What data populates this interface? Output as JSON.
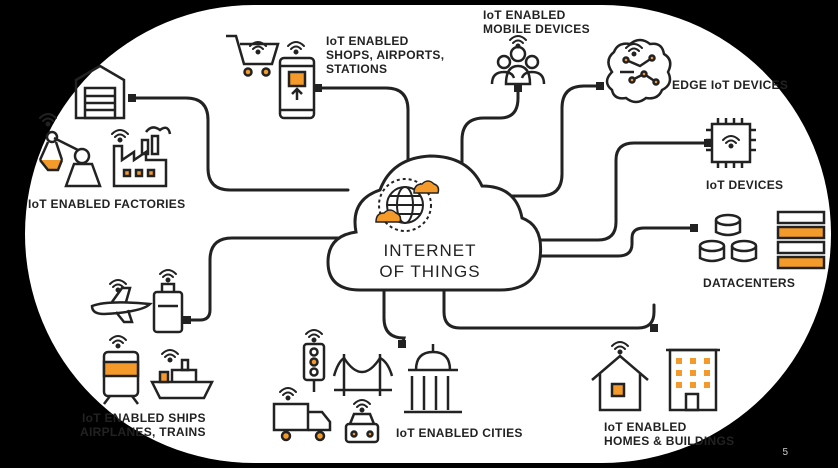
{
  "center": {
    "line1": "INTERNET",
    "line2": "OF THINGS"
  },
  "labels": {
    "factories": "IoT ENABLED FACTORIES",
    "shops": "IoT ENABLED\nSHOPS, AIRPORTS,\nSTATIONS",
    "mobile": "IoT ENABLED\nMOBILE DEVICES",
    "edge": "EDGE IoT DEVICES",
    "devices": "IoT DEVICES",
    "datacenters": "DATACENTERS",
    "homes": "IoT ENABLED\nHOMES & BUILDINGS",
    "cities": "IoT ENABLED CITIES",
    "ships": "IoT ENABLED SHIPS\nAIRPLANES, TRAINS"
  },
  "page_number": "5",
  "colors": {
    "accent": "#F39A2B",
    "line": "#222222",
    "background": "#000000",
    "panel": "#ffffff"
  }
}
